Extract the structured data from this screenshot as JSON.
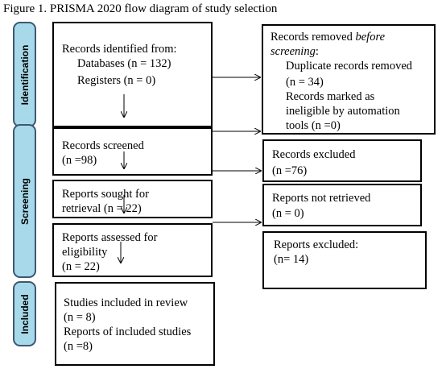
{
  "caption": "Figure 1. PRISMA 2020 flow diagram of study selection",
  "phases": {
    "identification": "Identification",
    "screening": "Screening",
    "included": "Included"
  },
  "boxes": {
    "identified": {
      "title": "Records identified from:",
      "databases": "Databases (n = 132)",
      "registers": "Registers (n = 0)"
    },
    "removed": {
      "title_prefix": "Records removed ",
      "title_italic": "before",
      "title_italic2": "screening",
      "title_suffix": ":",
      "duplicates": "Duplicate records removed",
      "duplicates_n": "(n = 34)",
      "ineligible_1": "Records marked as",
      "ineligible_2": "ineligible by automation",
      "ineligible_3": "tools (n =0)"
    },
    "screened": {
      "line1": "Records screened",
      "line2": "(n =98)"
    },
    "excluded": {
      "line1": "Records excluded",
      "line2": "(n =76)"
    },
    "sought": {
      "line1": "Reports sought for",
      "line2": "retrieval (n = 22)"
    },
    "not_retrieved": {
      "line1": "Reports not retrieved",
      "line2": "(n = 0)"
    },
    "assessed": {
      "line1": "Reports assessed for",
      "line2": "eligibility",
      "line3": "(n = 22)"
    },
    "reports_excluded": {
      "line1": "Reports excluded:",
      "line2": "(n= 14)"
    },
    "included": {
      "line1": "Studies included in review",
      "line2": "(n = 8)",
      "line3": "Reports of included studies",
      "line4": "(n =8)"
    }
  },
  "colors": {
    "phase_fill": "#a8d9ea",
    "phase_border": "#3d5870",
    "box_border": "#000000"
  }
}
